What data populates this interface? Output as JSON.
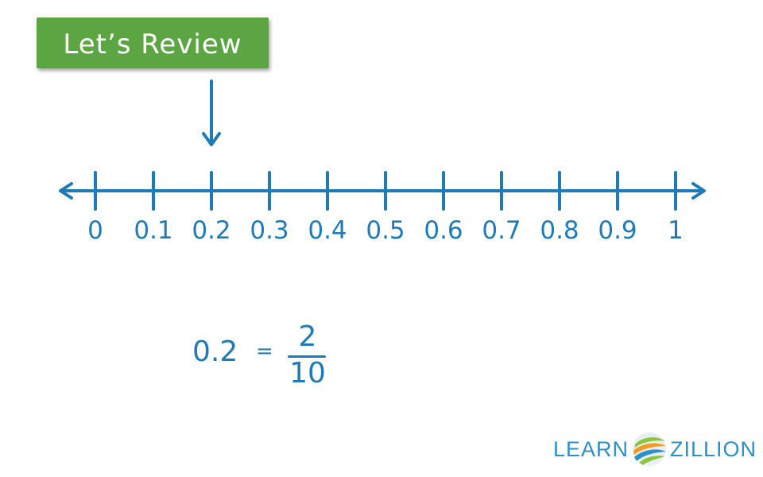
{
  "colors": {
    "ink": "#1f7bb8",
    "badge": "#5ca543",
    "badge_text": "#ffffff",
    "logo_text": "#2d8fc6",
    "logo_green": "#8cc63f",
    "logo_orange": "#f39b1e",
    "logo_blue": "#2d8fc6"
  },
  "badge": {
    "label": "Let’s Review"
  },
  "number_line": {
    "min": 0,
    "max": 1,
    "highlighted_value": 0.2,
    "ticks": [
      {
        "value": 0,
        "label": "0"
      },
      {
        "value": 0.1,
        "label": "0.1"
      },
      {
        "value": 0.2,
        "label": "0.2"
      },
      {
        "value": 0.3,
        "label": "0.3"
      },
      {
        "value": 0.4,
        "label": "0.4"
      },
      {
        "value": 0.5,
        "label": "0.5"
      },
      {
        "value": 0.6,
        "label": "0.6"
      },
      {
        "value": 0.7,
        "label": "0.7"
      },
      {
        "value": 0.8,
        "label": "0.8"
      },
      {
        "value": 0.9,
        "label": "0.9"
      },
      {
        "value": 1,
        "label": "1"
      }
    ]
  },
  "equation": {
    "decimal": "0.2",
    "equals": "=",
    "numerator": "2",
    "denominator": "10"
  },
  "logo": {
    "left_text": "LEARN",
    "right_text": "ZILLION",
    "icon": "swirl-logo-icon"
  }
}
